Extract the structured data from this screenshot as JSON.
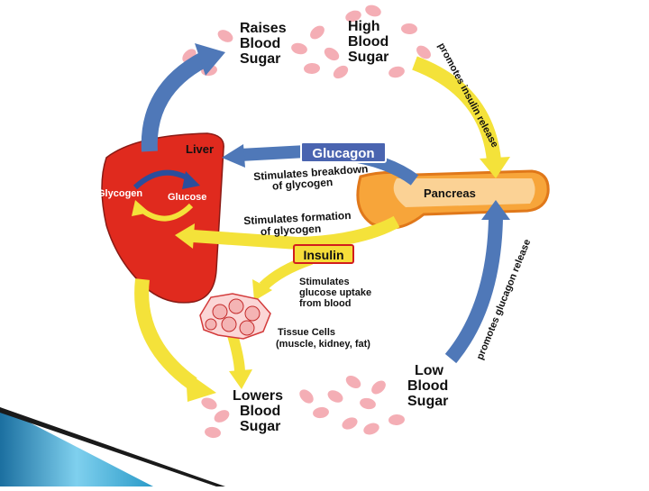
{
  "labels": {
    "raises": [
      "Raises",
      "Blood",
      "Sugar"
    ],
    "high": [
      "High",
      "Blood",
      "Sugar"
    ],
    "lowers": [
      "Lowers",
      "Blood",
      "Sugar"
    ],
    "low": [
      "Low",
      "Blood",
      "Sugar"
    ],
    "liver": "Liver",
    "glycogen": "Glycogen",
    "glucose": "Glucose",
    "pancreas": "Pancreas",
    "glucagon": "Glucagon",
    "insulin": "Insulin",
    "breakdown": [
      "Stimulates breakdown",
      "of glycogen"
    ],
    "formation": [
      "Stimulates formation",
      "of glycogen"
    ],
    "uptake": [
      "Stimulates",
      "glucose uptake",
      "from blood"
    ],
    "tissue": [
      "Tissue Cells",
      "(muscle, kidney, fat)"
    ],
    "promotes_insulin": "promotes insulin release",
    "promotes_glucagon": "promotes glucagon release"
  },
  "colors": {
    "liver": "#e02a1e",
    "yellow_arrow": "#f4e23a",
    "blue_arrow": "#4f78b8",
    "pancreas": "#f7a53a",
    "blood_cell": "#f2a0a8",
    "glucagon_box": "#4a64b0",
    "insulin_box": "#f6dd3a",
    "slide_accent": "#2a9ac8"
  }
}
